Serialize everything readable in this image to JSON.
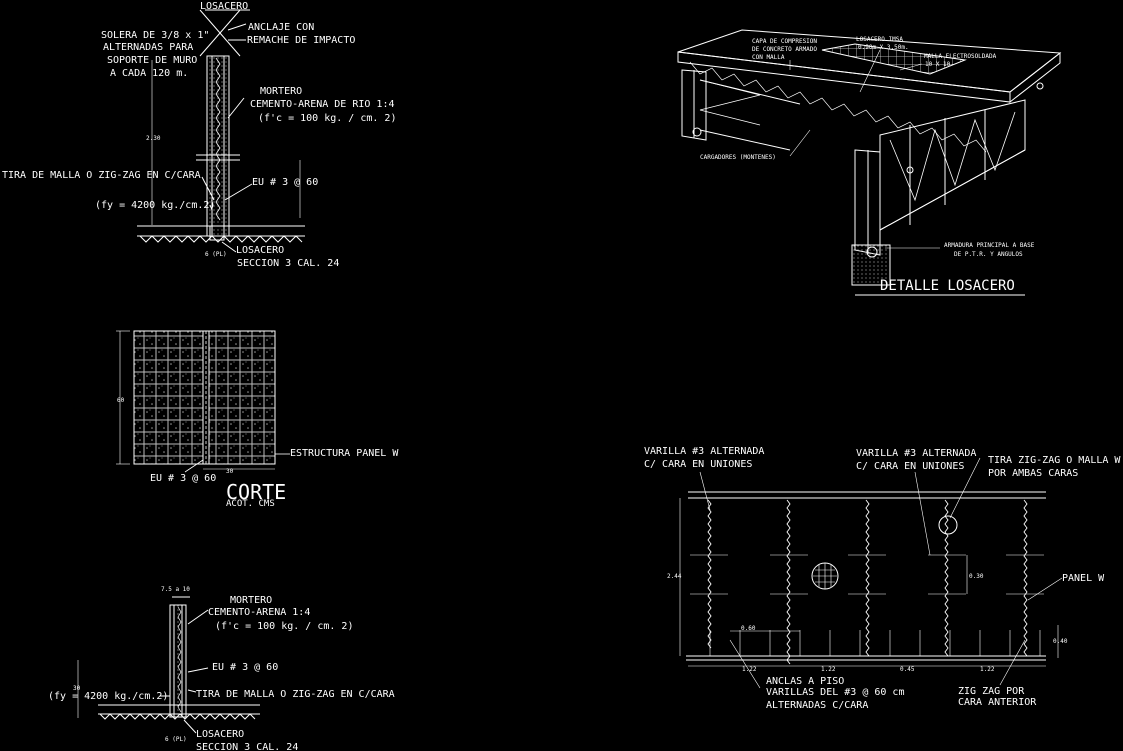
{
  "drawing": {
    "wall_section_top": {
      "losacero_top": "LOSACERO",
      "solera": "SOLERA DE 3/8 x 1\"",
      "alternadas": "ALTERNADAS PARA",
      "soporte": "SOPORTE DE MURO",
      "a_cada": "A CADA 120 m.",
      "anclaje": "ANCLAJE CON",
      "remache": "REMACHE DE IMPACTO",
      "mortero": "MORTERO",
      "cemento": "CEMENTO-ARENA DE RIO 1:4",
      "fc": "(f'c = 100 kg. / cm. 2)",
      "dim_230": "2.30",
      "tira": "TIRA DE MALLA O ZIG-ZAG EN C/CARA",
      "eu": "EU # 3 @ 60",
      "fy": "(fy = 4200 kg./cm.2)",
      "losacero_bottom": "LOSACERO",
      "seccion": "SECCION 3 CAL. 24",
      "six": "6 (PL)"
    },
    "corte": {
      "dim_60": "60",
      "estructura": "ESTRUCTURA PANEL W",
      "eu": "EU # 3 @ 60",
      "dim_30": "30",
      "title": "CORTE",
      "acot": "ACOT. CMS"
    },
    "wall_section_bottom": {
      "dim_75": "7.5 a 10",
      "mortero": "MORTERO",
      "cemento": "CEMENTO-ARENA  1:4",
      "fc": "(f'c = 100 kg. / cm. 2)",
      "eu": "EU # 3 @ 60",
      "dim_30": "30",
      "fy": "(fy = 4200 kg./cm.2)",
      "tira": "TIRA DE MALLA O ZIG-ZAG EN C/CARA",
      "losacero": "LOSACERO",
      "seccion": "SECCION 3 CAL. 24",
      "six": "6 (PL)"
    },
    "detalle_losacero": {
      "capa1": "CAPA DE COMPRESION",
      "capa2": "DE CONCRETO ARMADO",
      "capa3": "CON MALLA",
      "losa1": "LOSACERO IMSA",
      "losa2": "0.90m X 3.50m.",
      "malla1": "MALLA ELECTROSOLDADA",
      "malla2": "10 X 10",
      "cargadores": "CARGADORES (MONTENES)",
      "arm1": "ARMADURA PRINCIPAL A BASE",
      "arm2": "DE P.T.R. Y ANGULOS",
      "title": "DETALLE LOSACERO"
    },
    "panel_elevation": {
      "varilla1a": "VARILLA #3 ALTERNADA",
      "varilla1b": "C/ CARA EN UNIONES",
      "varilla2a": "VARILLA #3 ALTERNADA",
      "varilla2b": "C/ CARA EN UNIONES",
      "tira1": "TIRA ZIG-ZAG O MALLA W",
      "tira2": "POR AMBAS CARAS",
      "dim_244": "2.44",
      "dim_030": "0.30",
      "panel": "PANEL W",
      "dim_060": "0.60",
      "dim_040": "0.40",
      "dim_122a": "1.22",
      "dim_122b": "1.22",
      "dim_045": "0.45",
      "dim_122c": "1.22",
      "anclas1": "ANCLAS A PISO",
      "anclas2": "VARILLAS DEL #3 @ 60 cm",
      "anclas3": "ALTERNADAS C/CARA",
      "zig1": "ZIG ZAG POR",
      "zig2": "CARA ANTERIOR"
    }
  }
}
